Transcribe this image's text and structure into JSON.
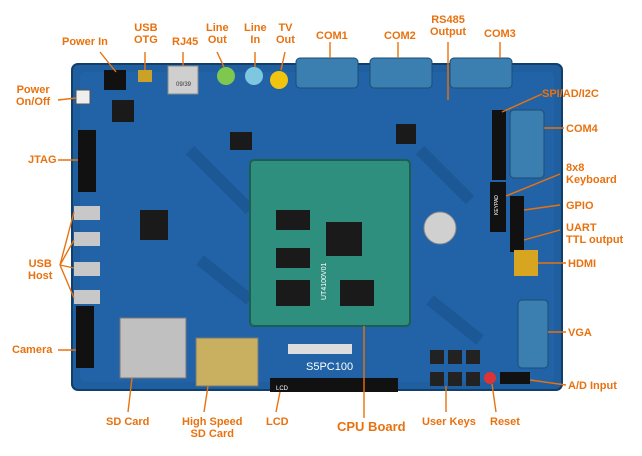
{
  "colors": {
    "accent": "#e8720f",
    "board": "#1f5fa0",
    "board_dark": "#174b82",
    "module": "#2f8f7f",
    "chip": "#1a1a1a",
    "connector": "#3a7fb0"
  },
  "labels": {
    "power_in": "Power In",
    "usb_otg": [
      "USB",
      "OTG"
    ],
    "rj45": "RJ45",
    "line_out": [
      "Line",
      "Out"
    ],
    "line_in": [
      "Line",
      "In"
    ],
    "tv_out": [
      "TV",
      "Out"
    ],
    "com1": "COM1",
    "com2": "COM2",
    "rs485": [
      "RS485",
      "Output"
    ],
    "com3": "COM3",
    "power_onoff": [
      "Power",
      "On/Off"
    ],
    "spi": "SPI/AD/I2C",
    "com4": "COM4",
    "jtag": "JTAG",
    "keyboard": [
      "8x8",
      "Keyboard"
    ],
    "gpio": "GPIO",
    "uart": [
      "UART",
      "TTL output"
    ],
    "usb_host": [
      "USB",
      "Host"
    ],
    "hdmi": "HDMI",
    "vga": "VGA",
    "camera": "Camera",
    "ad_input": "A/D Input",
    "sd_card": "SD Card",
    "hs_sd": [
      "High Speed",
      "SD Card"
    ],
    "lcd": "LCD",
    "cpu_board": "CPU Board",
    "user_keys": "User Keys",
    "reset": "Reset"
  },
  "board_text": {
    "cpu": "S5PC100",
    "module_id": "UT4100V01",
    "lcd_silk": "LCD",
    "module_code": "09/39",
    "keyboard_silk": "KEYPAD"
  }
}
